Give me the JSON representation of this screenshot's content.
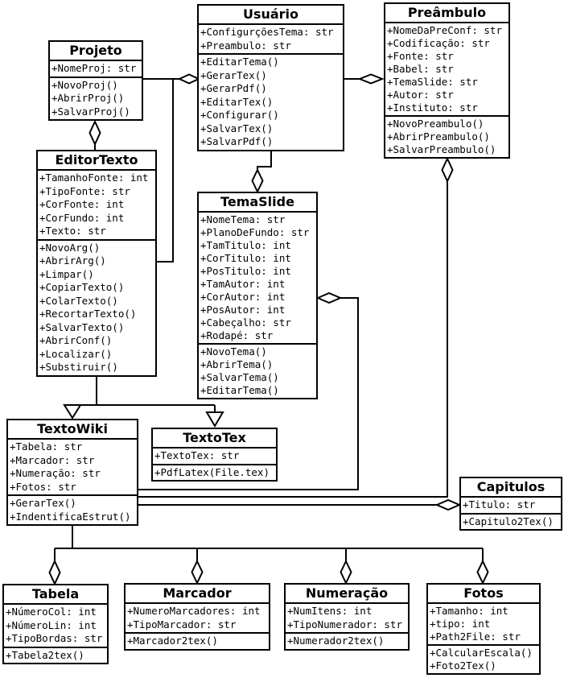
{
  "colors": {
    "line": "#000000",
    "background": "#ffffff",
    "box_fill": "#ffffff",
    "text": "#000000"
  },
  "diagram": {
    "classes": [
      {
        "name": "Projeto",
        "attributes": [
          "+NomeProj: str"
        ],
        "methods": [
          "+NovoProj()",
          "+AbrirProj()",
          "+SalvarProj()"
        ]
      },
      {
        "name": "Usuário",
        "attributes": [
          "+ConfigurçõesTema: str",
          "+Preambulo: str"
        ],
        "methods": [
          "+EditarTema()",
          "+GerarTex()",
          "+GerarPdf()",
          "+EditarTex()",
          "+Configurar()",
          "+SalvarTex()",
          "+SalvarPdf()"
        ]
      },
      {
        "name": "Preâmbulo",
        "attributes": [
          "+NomeDaPreConf: str",
          "+Codificação: str",
          "+Fonte: str",
          "+Babel: str",
          "+TemaSlide: str",
          "+Autor: str",
          "+Instituto: str"
        ],
        "methods": [
          "+NovoPreambulo()",
          "+AbrirPreambulo()",
          "+SalvarPreambulo()"
        ]
      },
      {
        "name": "EditorTexto",
        "attributes": [
          "+TamanhoFonte: int",
          "+TipoFonte: str",
          "+CorFonte: int",
          "+CorFundo: int",
          "+Texto: str"
        ],
        "methods": [
          "+NovoArg()",
          "+AbrirArg()",
          "+Limpar()",
          "+CopiarTexto()",
          "+ColarTexto()",
          "+RecortarTexto()",
          "+SalvarTexto()",
          "+AbrirConf()",
          "+Localizar()",
          "+Substiruir()"
        ]
      },
      {
        "name": "TemaSlide",
        "attributes": [
          "+NomeTema: str",
          "+PlanoDeFundo: str",
          "+TamTitulo: int",
          "+CorTitulo: int",
          "+PosTitulo: int",
          "+TamAutor: int",
          "+CorAutor: int",
          "+PosAutor: int",
          "+Cabeçalho: str",
          "+Rodapé: str"
        ],
        "methods": [
          "+NovoTema()",
          "+AbrirTema()",
          "+SalvarTema()",
          "+EditarTema()"
        ]
      },
      {
        "name": "TextoWiki",
        "attributes": [
          "+Tabela: str",
          "+Marcador: str",
          "+Numeração: str",
          "+Fotos: str"
        ],
        "methods": [
          "+GerarTex()",
          "+IndentificaEstrut()"
        ]
      },
      {
        "name": "TextoTex",
        "attributes": [
          "+TextoTex: str"
        ],
        "methods": [
          "+PdfLatex(File.tex)"
        ]
      },
      {
        "name": "Capitulos",
        "attributes": [
          "+Titulo: str"
        ],
        "methods": [
          "+Capitulo2Tex()"
        ]
      },
      {
        "name": "Tabela",
        "attributes": [
          "+NúmeroCol: int",
          "+NúmeroLin: int",
          "+TipoBordas: str"
        ],
        "methods": [
          "+Tabela2tex()"
        ]
      },
      {
        "name": "Marcador",
        "attributes": [
          "+NumeroMarcadores: int",
          "+TipoMarcador: str"
        ],
        "methods": [
          "+Marcador2tex()"
        ]
      },
      {
        "name": "Numeração",
        "attributes": [
          "+NumItens: int",
          "+TipoNumerador: str"
        ],
        "methods": [
          "+Numerador2tex()"
        ]
      },
      {
        "name": "Fotos",
        "attributes": [
          "+Tamanho: int",
          "+tipo: int",
          "+Path2File: str"
        ],
        "methods": [
          "+CalcularEscala()",
          "+Foto2Tex()"
        ]
      }
    ],
    "relationships": [
      {
        "from": "Projeto",
        "to": "Usuário",
        "type": "aggregation"
      },
      {
        "from": "EditorTexto",
        "to": "Usuário",
        "type": "aggregation"
      },
      {
        "from": "Usuário",
        "to": "Preâmbulo",
        "type": "aggregation"
      },
      {
        "from": "Usuário",
        "to": "TemaSlide",
        "type": "aggregation"
      },
      {
        "from": "Projeto",
        "to": "EditorTexto",
        "type": "aggregation"
      },
      {
        "from": "EditorTexto",
        "to": "TextoWiki",
        "type": "generalization"
      },
      {
        "from": "EditorTexto",
        "to": "TextoTex",
        "type": "generalization"
      },
      {
        "from": "TemaSlide",
        "to": "TextoWiki",
        "type": "aggregation"
      },
      {
        "from": "Preâmbulo",
        "to": "TextoWiki",
        "type": "aggregation"
      },
      {
        "from": "TextoWiki",
        "to": "Capitulos",
        "type": "aggregation"
      },
      {
        "from": "TextoWiki",
        "to": "Tabela",
        "type": "aggregation"
      },
      {
        "from": "TextoWiki",
        "to": "Marcador",
        "type": "aggregation"
      },
      {
        "from": "TextoWiki",
        "to": "Numeração",
        "type": "aggregation"
      },
      {
        "from": "TextoWiki",
        "to": "Fotos",
        "type": "aggregation"
      }
    ]
  }
}
